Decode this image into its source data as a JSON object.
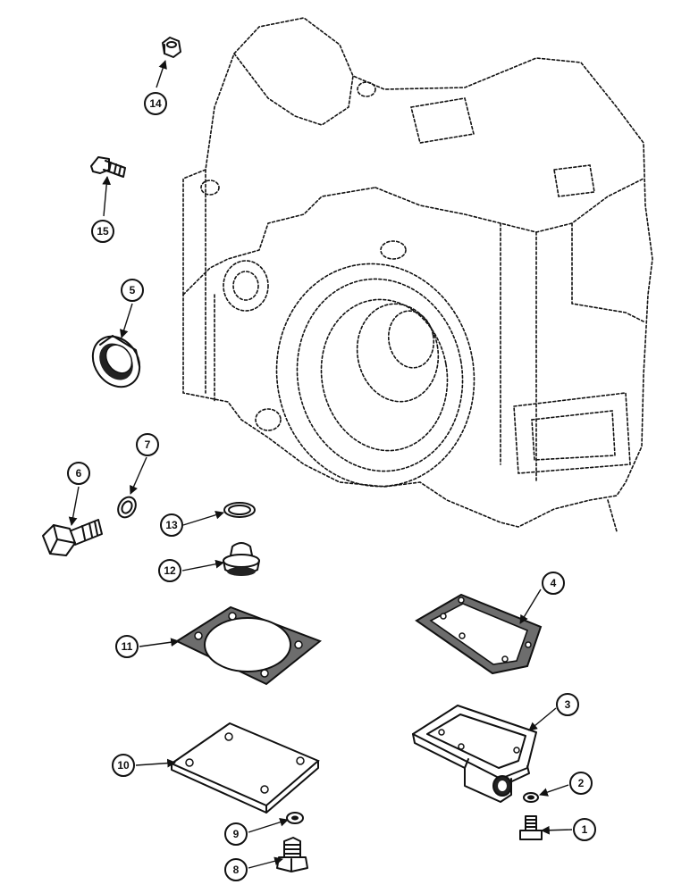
{
  "callouts": [
    {
      "num": "1"
    },
    {
      "num": "2"
    },
    {
      "num": "3"
    },
    {
      "num": "4"
    },
    {
      "num": "5"
    },
    {
      "num": "6"
    },
    {
      "num": "7"
    },
    {
      "num": "8"
    },
    {
      "num": "9"
    },
    {
      "num": "10"
    },
    {
      "num": "11"
    },
    {
      "num": "12"
    },
    {
      "num": "13"
    },
    {
      "num": "14"
    },
    {
      "num": "15"
    }
  ]
}
